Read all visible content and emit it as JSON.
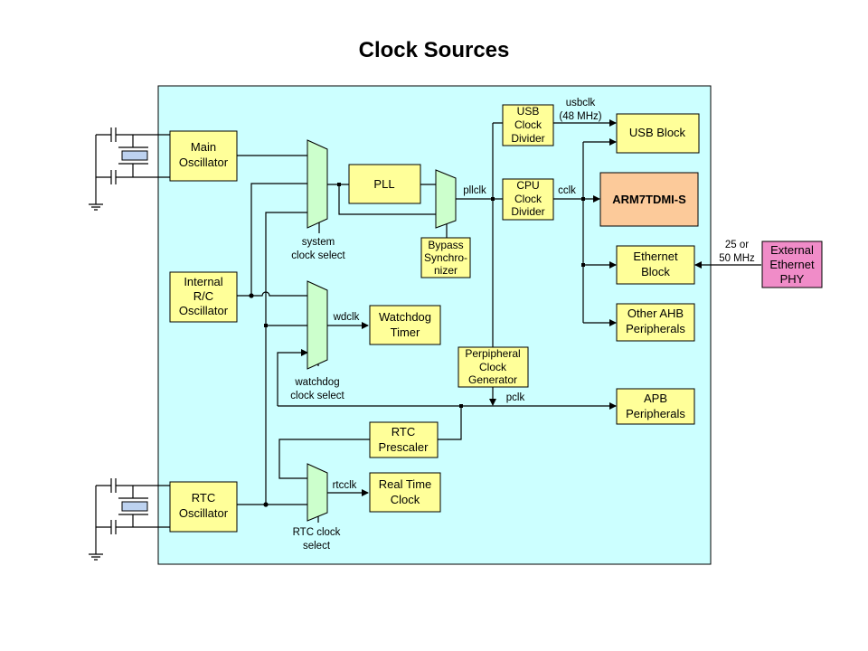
{
  "title": "Clock Sources",
  "colors": {
    "chip_background": "#ccffff",
    "block_fill": "#ffff99",
    "cpu_fill": "#fcca9a",
    "phy_fill": "#f08cc8",
    "mux_fill": "#ccffcc"
  },
  "blocks": {
    "main_osc": [
      "Main",
      "Oscillator"
    ],
    "rc_osc": [
      "Internal",
      "R/C",
      "Oscillator"
    ],
    "rtc_osc": [
      "RTC",
      "Oscillator"
    ],
    "pll": [
      "PLL"
    ],
    "bypass_sync": [
      "Bypass",
      "Synchro-",
      "nizer"
    ],
    "usb_div": [
      "USB",
      "Clock",
      "Divider"
    ],
    "cpu_div": [
      "CPU",
      "Clock",
      "Divider"
    ],
    "usb_block": [
      "USB Block"
    ],
    "arm": [
      "ARM7TDMI-S"
    ],
    "eth_block": [
      "Ethernet",
      "Block"
    ],
    "ext_phy": [
      "External",
      "Ethernet",
      "PHY"
    ],
    "other_ahb": [
      "Other AHB",
      "Peripherals"
    ],
    "watchdog": [
      "Watchdog",
      "Timer"
    ],
    "periph_gen": [
      "Perpipheral",
      "Clock",
      "Generator"
    ],
    "apb": [
      "APB",
      "Peripherals"
    ],
    "rtc_prescaler": [
      "RTC",
      "Prescaler"
    ],
    "rtc": [
      "Real Time",
      "Clock"
    ]
  },
  "labels": {
    "sys_clk_select": [
      "system",
      "clock select"
    ],
    "wd_clk_select": [
      "watchdog",
      "clock select"
    ],
    "rtc_clk_select": [
      "RTC clock",
      "select"
    ],
    "pllclk": "pllclk",
    "usbclk": [
      "usbclk",
      "(48 MHz)"
    ],
    "cclk": "cclk",
    "eth_freq": [
      "25 or",
      "50 MHz"
    ],
    "wdclk": "wdclk",
    "pclk": "pclk",
    "rtcclk": "rtcclk"
  }
}
